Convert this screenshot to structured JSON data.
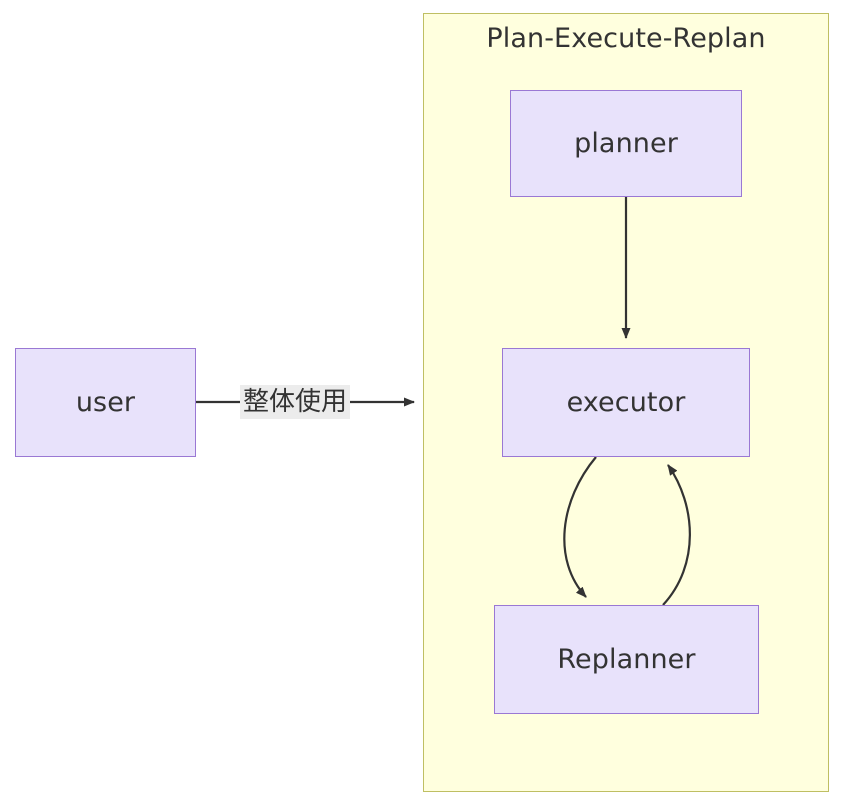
{
  "diagram": {
    "type": "flowchart",
    "background_color": "#ffffff",
    "subgraph": {
      "title": "Plan-Execute-Replan",
      "fill_color": "#ffffde",
      "border_color": "#bfbf63"
    },
    "node_style": {
      "fill_color": "#e8e2fb",
      "border_color": "#9a78d4",
      "text_color": "#333333"
    },
    "nodes": [
      {
        "id": "user",
        "label": "user",
        "inside_subgraph": false
      },
      {
        "id": "planner",
        "label": "planner",
        "inside_subgraph": true
      },
      {
        "id": "executor",
        "label": "executor",
        "inside_subgraph": true
      },
      {
        "id": "replanner",
        "label": "Replanner",
        "inside_subgraph": true
      }
    ],
    "edges": [
      {
        "from": "user",
        "to": "executor",
        "label": "整体使用",
        "label_background": "#ececec",
        "shape": "straight",
        "arrow": "end"
      },
      {
        "from": "planner",
        "to": "executor",
        "label": "",
        "shape": "straight",
        "arrow": "end"
      },
      {
        "from": "executor",
        "to": "replanner",
        "label": "",
        "shape": "curved-left",
        "arrow": "end"
      },
      {
        "from": "replanner",
        "to": "executor",
        "label": "",
        "shape": "curved-right",
        "arrow": "end"
      }
    ]
  }
}
